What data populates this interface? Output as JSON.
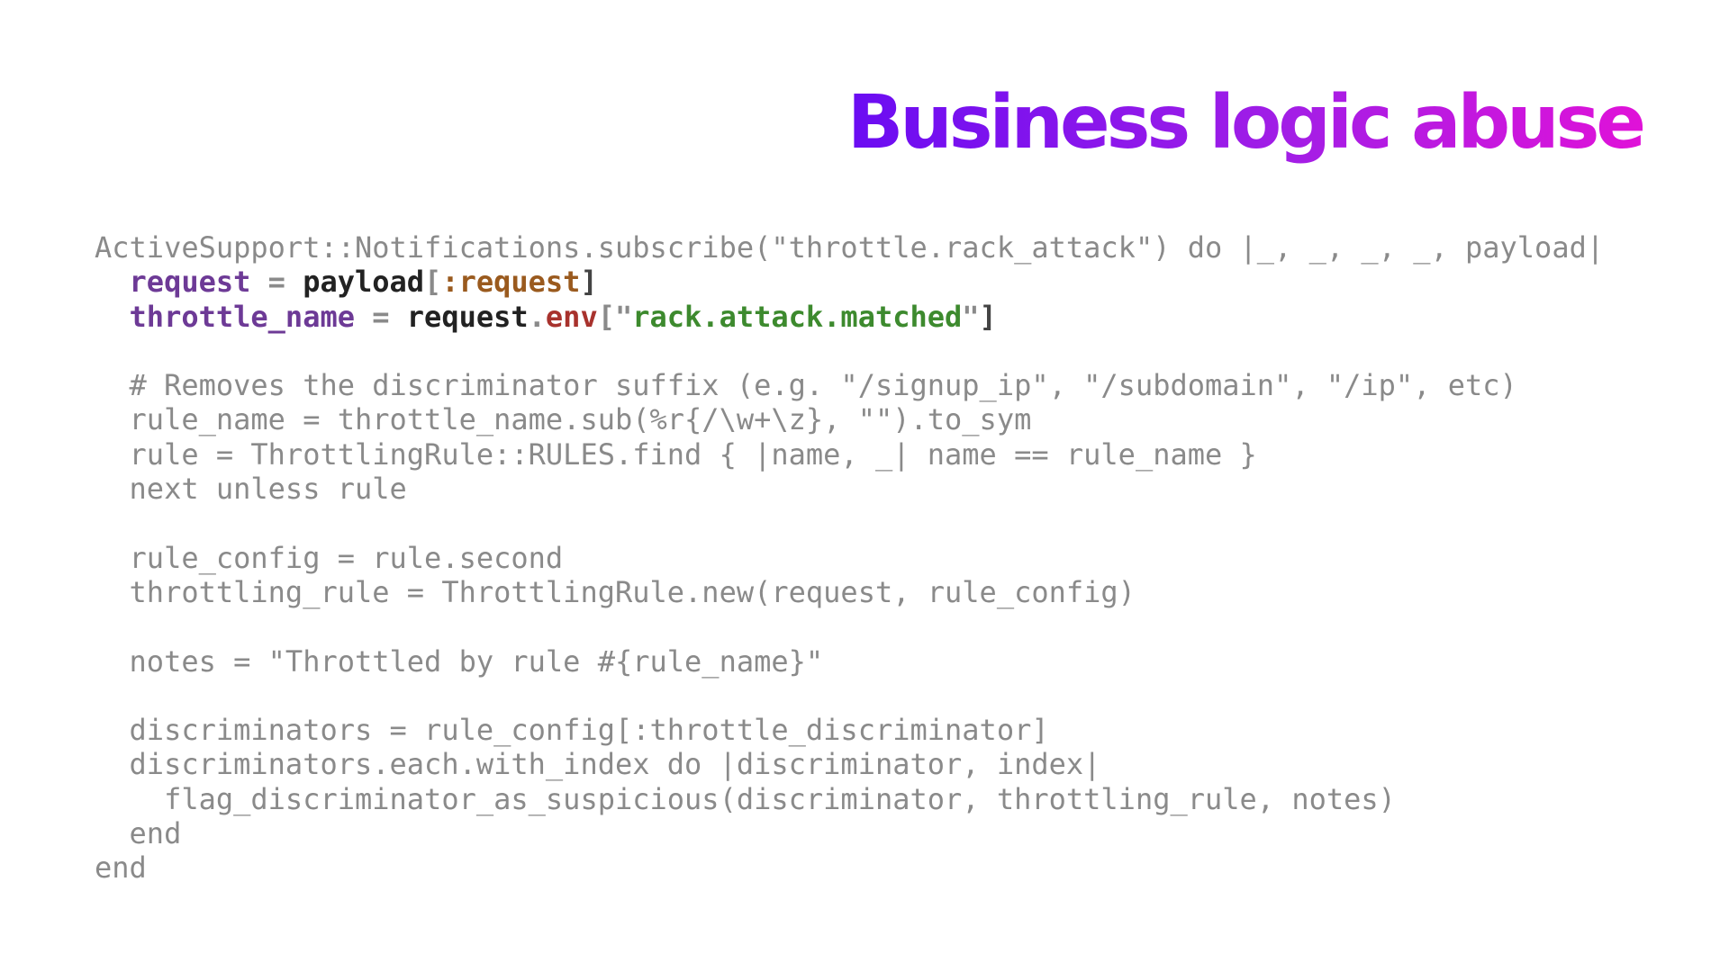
{
  "slide": {
    "title": "Business logic abuse"
  },
  "code": [
    [
      {
        "t": "ActiveSupport::Notifications.subscribe(\"throttle.rack_attack\") do |_, _, _, _, payload|",
        "c": "default"
      }
    ],
    [
      {
        "t": "  ",
        "c": "default"
      },
      {
        "t": "request",
        "c": "var"
      },
      {
        "t": " = ",
        "c": "punct"
      },
      {
        "t": "payload",
        "c": "ident"
      },
      {
        "t": "[",
        "c": "punct"
      },
      {
        "t": ":request",
        "c": "symbol"
      },
      {
        "t": "]",
        "c": "bracket"
      }
    ],
    [
      {
        "t": "  ",
        "c": "default"
      },
      {
        "t": "throttle_name",
        "c": "var"
      },
      {
        "t": " = ",
        "c": "punct"
      },
      {
        "t": "request",
        "c": "ident"
      },
      {
        "t": ".",
        "c": "punct"
      },
      {
        "t": "env",
        "c": "method"
      },
      {
        "t": "[\"",
        "c": "punct"
      },
      {
        "t": "rack.attack.matched",
        "c": "string"
      },
      {
        "t": "\"",
        "c": "punct"
      },
      {
        "t": "]",
        "c": "bracket"
      }
    ],
    [
      {
        "t": "",
        "c": "default"
      }
    ],
    [
      {
        "t": "  # Removes the discriminator suffix (e.g. \"/signup_ip\", \"/subdomain\", \"/ip\", etc)",
        "c": "default"
      }
    ],
    [
      {
        "t": "  rule_name = throttle_name.sub(%r{/\\w+\\z}, \"\").to_sym",
        "c": "default"
      }
    ],
    [
      {
        "t": "  rule = ThrottlingRule::RULES.find { |name, _| name == rule_name }",
        "c": "default"
      }
    ],
    [
      {
        "t": "  next unless rule",
        "c": "default"
      }
    ],
    [
      {
        "t": "",
        "c": "default"
      }
    ],
    [
      {
        "t": "  rule_config = rule.second",
        "c": "default"
      }
    ],
    [
      {
        "t": "  throttling_rule = ThrottlingRule.new(request, rule_config)",
        "c": "default"
      }
    ],
    [
      {
        "t": "",
        "c": "default"
      }
    ],
    [
      {
        "t": "  notes = \"Throttled by rule #{rule_name}\"",
        "c": "default"
      }
    ],
    [
      {
        "t": "",
        "c": "default"
      }
    ],
    [
      {
        "t": "  discriminators = rule_config[:throttle_discriminator]",
        "c": "default"
      }
    ],
    [
      {
        "t": "  discriminators.each.with_index do |discriminator, index|",
        "c": "default"
      }
    ],
    [
      {
        "t": "    flag_discriminator_as_suspicious(discriminator, throttling_rule, notes)",
        "c": "default"
      }
    ],
    [
      {
        "t": "  end",
        "c": "default"
      }
    ],
    [
      {
        "t": "end",
        "c": "default"
      }
    ]
  ]
}
